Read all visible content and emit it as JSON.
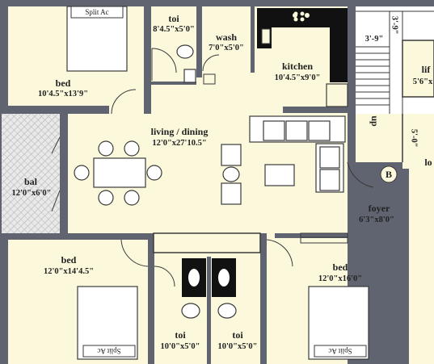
{
  "rooms": {
    "bed_tl": {
      "name": "bed",
      "dim": "10'4.5\"x13'9\""
    },
    "toi_top": {
      "name": "toi",
      "dim": "8'4.5\"x5'0\""
    },
    "wash": {
      "name": "wash",
      "dim": "7'0\"x5'0\""
    },
    "kitchen": {
      "name": "kitchen",
      "dim": "10'4.5\"x9'0\""
    },
    "living": {
      "name": "living / dining",
      "dim": "12'0\"x27'10.5\""
    },
    "bal": {
      "name": "bal",
      "dim": "12'0\"x6'0\""
    },
    "foyer": {
      "name": "foyer",
      "dim": "6'3\"x8'0\""
    },
    "bed_bl": {
      "name": "bed",
      "dim": "12'0\"x14'4.5\""
    },
    "bed_br": {
      "name": "bed",
      "dim": "12'0\"x16'0\""
    },
    "toi_bl": {
      "name": "toi",
      "dim": "10'0\"x5'0\""
    },
    "toi_br": {
      "name": "toi",
      "dim": "10'0\"x5'0\""
    }
  },
  "labels": {
    "split_ac": "Split Ac",
    "stair_dim_top": "3'-9\"",
    "stair_dim_mid": "3'-9\"",
    "lift_partial": "lif",
    "lift_dim_partial": "5'6\"x",
    "up": "up",
    "stair_dim_low": "5'-0\"",
    "lobby_partial": "lo",
    "b_marker": "B"
  },
  "colors": {
    "floor": "#fbf8dc",
    "wall": "#5f6470",
    "line": "#3a3a3a",
    "kitchen_counter": "#111111",
    "balcony_hatch": "#b9b9b9"
  }
}
